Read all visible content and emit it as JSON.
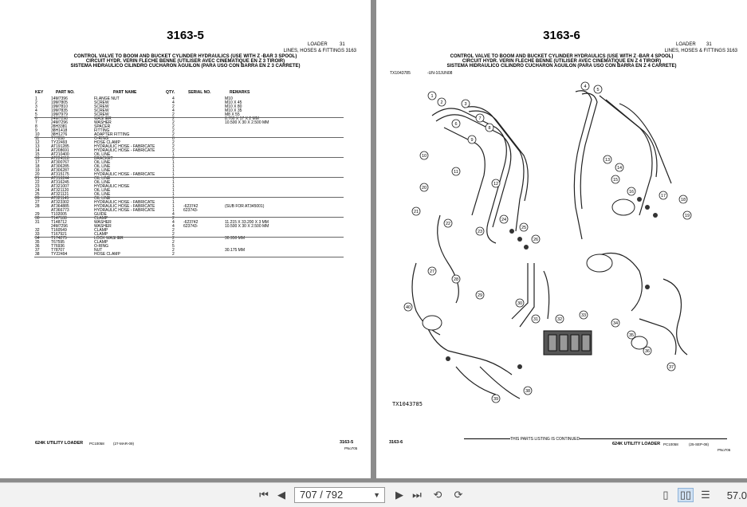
{
  "left_page": {
    "title": "3163-5",
    "section": "LOADER",
    "section_no": "31",
    "subsection": "LINES, HOSES & FITTINGS 3163",
    "desc_en": "CONTROL VALVE TO BOOM AND BUCKET CYLINDER HYDRAULICS (USE WITH Z -BAR 3 SPOOL)",
    "desc_fr": "CIRCUIT HYDR. VERIN FLECHE BENNE (UTILISER AVEC CINEMATIQUE EN Z 3 TIROIR)",
    "desc_es": "SISTEMA HIDRAULICO CILINDRO CUCHARON AGUILON (PARA USO CON BARRA EN Z 3 CARRETE)",
    "columns": [
      "KEY",
      "PART NO.",
      "PART NAME",
      "QTY.",
      "SERIAL NO.",
      "REMARKS"
    ],
    "rows": [
      {
        "key": "1",
        "part": "14M7396",
        "name": "FLANGE NUT",
        "qty": "4",
        "serial": "",
        "remarks": "M10"
      },
      {
        "key": "2",
        "part": "19M7805",
        "name": "SCREW",
        "qty": "4",
        "serial": "",
        "remarks": "M10 X 45"
      },
      {
        "key": "3",
        "part": "19M7810",
        "name": "SCREW",
        "qty": "2",
        "serial": "",
        "remarks": "M10 X 80"
      },
      {
        "key": "4",
        "part": "19M7835",
        "name": "SCREW",
        "qty": "4",
        "serial": "",
        "remarks": "M10 X 35"
      },
      {
        "key": "5",
        "part": "19M7979",
        "name": "SCREW",
        "qty": "2",
        "serial": "",
        "remarks": "M8 X 55"
      },
      {
        "key": "6",
        "part": "24M7298",
        "name": "WASHER",
        "qty": "2",
        "serial": "",
        "remarks": "8.700 X 17 X 2 MM"
      },
      {
        "key": "7",
        "part": "24M7296",
        "name": "WASHER",
        "qty": "2",
        "serial": "",
        "remarks": "10.500 X 30 X 2.500 MM"
      },
      {
        "key": "8",
        "part": "28H3381",
        "name": "SPACER",
        "qty": "2",
        "serial": "",
        "remarks": ""
      },
      {
        "key": "9",
        "part": "38H1418",
        "name": "FITTING",
        "qty": "2",
        "serial": "",
        "remarks": ""
      },
      {
        "key": "10",
        "part": "38H1276",
        "name": "ADAPTER FITTING",
        "qty": "2",
        "serial": "",
        "remarks": ""
      },
      {
        "key": "11",
        "part": "T77858",
        "name": "O-RING",
        "qty": "8",
        "serial": "",
        "remarks": ""
      },
      {
        "key": "12",
        "part": "TY22493",
        "name": "HOSE CLAMP",
        "qty": "2",
        "serial": "",
        "remarks": ""
      },
      {
        "key": "13",
        "part": "AT191285",
        "name": "HYDRAULIC HOSE - FABRICATE",
        "qty": "2",
        "serial": "",
        "remarks": ""
      },
      {
        "key": "14",
        "part": "AT208691",
        "name": "HYDRAULIC HOSE - FABRICATE",
        "qty": "2",
        "serial": "",
        "remarks": ""
      },
      {
        "key": "15",
        "part": "AT210400",
        "name": "OIL LINE",
        "qty": "1",
        "serial": "",
        "remarks": ""
      },
      {
        "key": "16",
        "part": "AT224318",
        "name": "BRACKET",
        "qty": "2",
        "serial": "",
        "remarks": ""
      },
      {
        "key": "17",
        "part": "AT300767",
        "name": "OIL LINE",
        "qty": "1",
        "serial": "",
        "remarks": ""
      },
      {
        "key": "18",
        "part": "AT306285",
        "name": "OIL LINE",
        "qty": "1",
        "serial": "",
        "remarks": ""
      },
      {
        "key": "19",
        "part": "AT306287",
        "name": "OIL LINE",
        "qty": "1",
        "serial": "",
        "remarks": ""
      },
      {
        "key": "20",
        "part": "AT315175",
        "name": "HYDRAULIC HOSE - FABRICATE",
        "qty": "1",
        "serial": "",
        "remarks": ""
      },
      {
        "key": "21",
        "part": "AT316244",
        "name": "OIL LINE",
        "qty": "1",
        "serial": "",
        "remarks": ""
      },
      {
        "key": "22",
        "part": "AT316245",
        "name": "OIL LINE",
        "qty": "1",
        "serial": "",
        "remarks": ""
      },
      {
        "key": "23",
        "part": "AT321007",
        "name": "HYDRAULIC HOSE",
        "qty": "1",
        "serial": "",
        "remarks": ""
      },
      {
        "key": "24",
        "part": "AT321120",
        "name": "OIL LINE",
        "qty": "1",
        "serial": "",
        "remarks": ""
      },
      {
        "key": "25",
        "part": "AT321121",
        "name": "OIL LINE",
        "qty": "1",
        "serial": "",
        "remarks": ""
      },
      {
        "key": "26",
        "part": "AT321145",
        "name": "OIL LINE",
        "qty": "1",
        "serial": "",
        "remarks": ""
      },
      {
        "key": "27",
        "part": "AT323302",
        "name": "HYDRAULIC HOSE - FABRICATE",
        "qty": "1",
        "serial": "",
        "remarks": ""
      },
      {
        "key": "28",
        "part": "AT364885",
        "name": "HYDRAULIC HOSE - FABRICATE",
        "qty": "1",
        "serial": "-623742",
        "remarks": "(SUB FOR AT345001)"
      },
      {
        "key": "",
        "part": "AT366773",
        "name": "HYDRAULIC HOSE - FABRICATE",
        "qty": "1",
        "serial": "623743-",
        "remarks": ""
      },
      {
        "key": "29",
        "part": "T102005",
        "name": "GUIDE",
        "qty": "4",
        "serial": "",
        "remarks": ""
      },
      {
        "key": "30",
        "part": "T147188",
        "name": "CLAMP",
        "qty": "2",
        "serial": "",
        "remarks": ""
      },
      {
        "key": "31",
        "part": "T148712",
        "name": "WASHER",
        "qty": "4",
        "serial": "-623742",
        "remarks": "11.215 X 33.200 X 3 MM"
      },
      {
        "key": "",
        "part": "24M7296",
        "name": "WASHER",
        "qty": "4",
        "serial": "623743-",
        "remarks": "10.500 X 30 X 2.500 MM"
      },
      {
        "key": "32",
        "part": "T160549",
        "name": "CLAMP",
        "qty": "2",
        "serial": "",
        "remarks": ""
      },
      {
        "key": "33",
        "part": "T167921",
        "name": "CLAMP",
        "qty": "2",
        "serial": "",
        "remarks": ""
      },
      {
        "key": "34",
        "part": "T174275",
        "name": "LOCK WASHER",
        "qty": "2",
        "serial": "",
        "remarks": "30.950 MM"
      },
      {
        "key": "35",
        "part": "T67595",
        "name": "CLAMP",
        "qty": "2",
        "serial": "",
        "remarks": ""
      },
      {
        "key": "36",
        "part": "T76936",
        "name": "O-RING",
        "qty": "5",
        "serial": "",
        "remarks": ""
      },
      {
        "key": "37",
        "part": "T78707",
        "name": "NUT",
        "qty": "2",
        "serial": "",
        "remarks": "30.175 MM"
      },
      {
        "key": "38",
        "part": "TY22494",
        "name": "HOSE CLAMP",
        "qty": "2",
        "serial": "",
        "remarks": ""
      }
    ],
    "footer_left": "624K UTILITY LOADER",
    "footer_cat": "PC10058",
    "footer_date": "(27-MAR-09)",
    "footer_page": "3163-5",
    "footer_file": "PNo705"
  },
  "right_page": {
    "title": "3163-6",
    "section": "LOADER",
    "section_no": "31",
    "subsection": "LINES, HOSES & FITTINGS 3163",
    "desc_en": "CONTROL VALVE TO BOOM AND BUCKET CYLINDER HYDRAULICS (USE WITH Z -BAR 4 SPOOL)",
    "desc_fr": "CIRCUIT HYDR. VERIN FLECHE BENNE (UTILISER AVEC CINEMATIQUE EN Z 4 TIROIR)",
    "desc_es": "SISTEMA HIDRAULICO CILINDRO CUCHARON AGUILON (PARA USO CON BARRA EN Z 4 CARRETE)",
    "illus_id": "TX1043785",
    "illus_date": "-UN-10JUN08",
    "illus_caption": "TX1043785",
    "callouts": [
      "1",
      "2",
      "3",
      "4",
      "5",
      "6",
      "7",
      "8",
      "9",
      "10",
      "11",
      "12",
      "13",
      "14",
      "15",
      "16",
      "17",
      "18",
      "19",
      "20",
      "21",
      "22",
      "23",
      "24",
      "25",
      "26",
      "27",
      "28",
      "29",
      "30",
      "31",
      "32",
      "33",
      "34",
      "35",
      "36",
      "37",
      "38",
      "39",
      "40"
    ],
    "footer_page": "3163-6",
    "footer_continued": "THIS PARTS LISTING IS CONTINUED",
    "footer_left": "624K UTILITY LOADER",
    "footer_cat": "PC10058",
    "footer_date": "(25-SEP-08)",
    "footer_file": "PNo706"
  },
  "toolbar": {
    "page_value": "707 / 792",
    "zoom": "57.0",
    "icons": [
      "first-page-icon",
      "prev-page-icon",
      "next-page-icon",
      "last-page-icon",
      "rotate-ccw-icon",
      "rotate-cw-icon",
      "single-page-icon",
      "two-page-icon",
      "scroll-icon"
    ]
  }
}
